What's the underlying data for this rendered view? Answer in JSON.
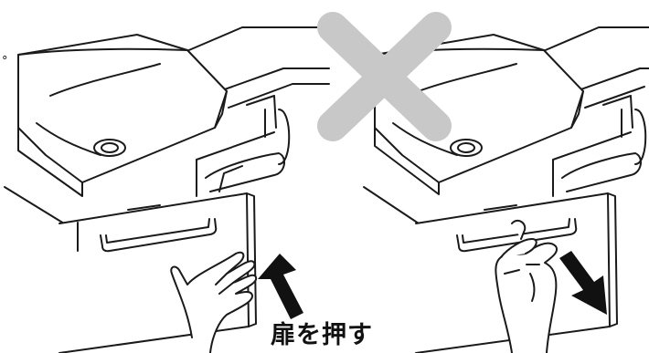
{
  "caption": "扉を押す",
  "stray_mark": "°",
  "colors": {
    "line": "#1a1a1a",
    "cross_mark": "#c8c8c8",
    "arrow": "#111111",
    "background": "#ffffff"
  },
  "panels": [
    {
      "name": "correct-method",
      "action": "push-door",
      "arrow": "up-arrow-icon"
    },
    {
      "name": "incorrect-method",
      "action": "pull-handle",
      "arrow": "down-arrow-icon",
      "marked_wrong": true
    }
  ]
}
